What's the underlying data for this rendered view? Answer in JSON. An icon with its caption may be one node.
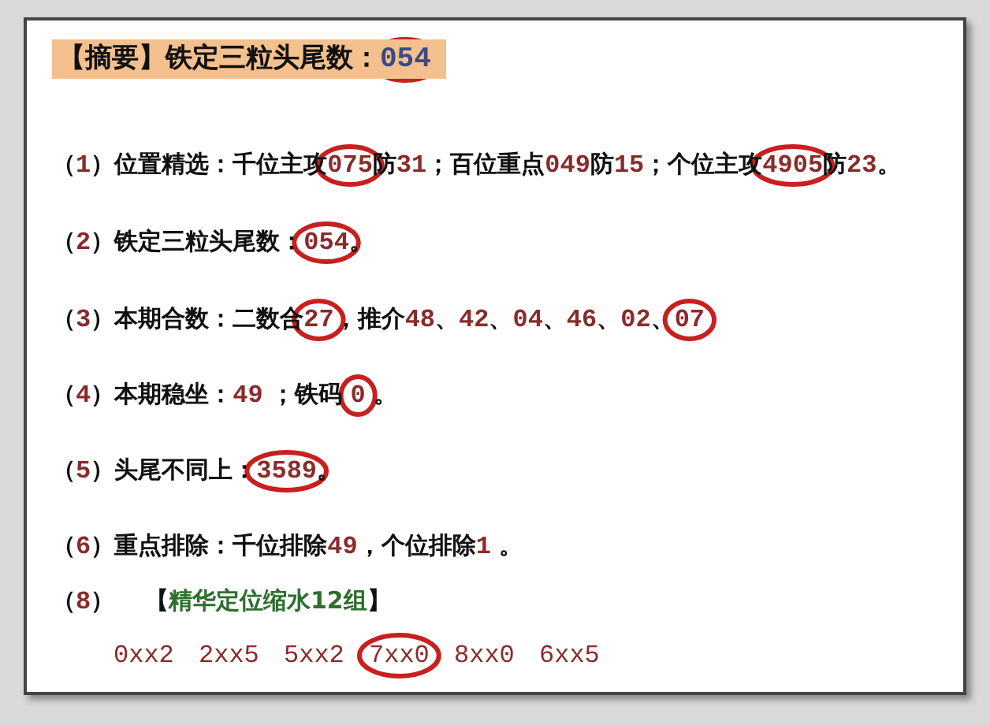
{
  "diagram": {
    "title": "【摘要】铁定三粒头尾数：054",
    "labels": [
      "（1）位置精选：千位主攻075防31；百位重点049防15；个位主攻4905防23。",
      "（2）铁定三粒头尾数：054。",
      "（3）本期合数：二数合27，推介48、42、04、46、02、07",
      "（4）本期稳坐：49 ；铁码 0 。",
      "（5）头尾不同上：3589。",
      "（6）重点排除：千位排除49，个位排除1 。",
      "（8）",
      "【精华定位缩水12组】",
      "0xx2",
      "2xx5",
      "5xx2",
      "7xx0",
      "8xx0",
      "6xx5"
    ]
  }
}
